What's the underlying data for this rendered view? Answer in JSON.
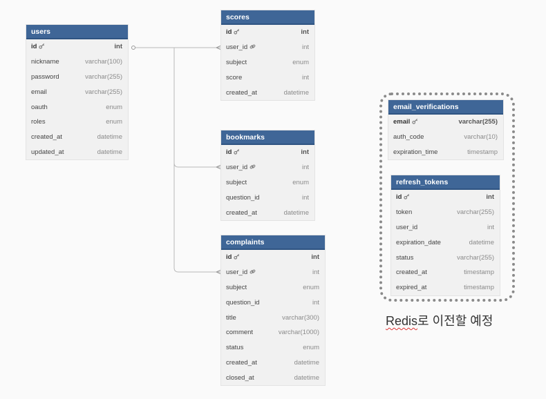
{
  "tables": {
    "users": {
      "title": "users",
      "rows": [
        {
          "name": "id",
          "type": "int",
          "pk": true
        },
        {
          "name": "nickname",
          "type": "varchar(100)"
        },
        {
          "name": "password",
          "type": "varchar(255)"
        },
        {
          "name": "email",
          "type": "varchar(255)"
        },
        {
          "name": "oauth",
          "type": "enum"
        },
        {
          "name": "roles",
          "type": "enum"
        },
        {
          "name": "created_at",
          "type": "datetime"
        },
        {
          "name": "updated_at",
          "type": "datetime"
        }
      ]
    },
    "scores": {
      "title": "scores",
      "rows": [
        {
          "name": "id",
          "type": "int",
          "pk": true
        },
        {
          "name": "user_id",
          "type": "int",
          "fk": true
        },
        {
          "name": "subject",
          "type": "enum"
        },
        {
          "name": "score",
          "type": "int"
        },
        {
          "name": "created_at",
          "type": "datetime"
        }
      ]
    },
    "bookmarks": {
      "title": "bookmarks",
      "rows": [
        {
          "name": "id",
          "type": "int",
          "pk": true
        },
        {
          "name": "user_id",
          "type": "int",
          "fk": true
        },
        {
          "name": "subject",
          "type": "enum"
        },
        {
          "name": "question_id",
          "type": "int"
        },
        {
          "name": "created_at",
          "type": "datetime"
        }
      ]
    },
    "complaints": {
      "title": "complaints",
      "rows": [
        {
          "name": "id",
          "type": "int",
          "pk": true
        },
        {
          "name": "user_id",
          "type": "int",
          "fk": true
        },
        {
          "name": "subject",
          "type": "enum"
        },
        {
          "name": "question_id",
          "type": "int"
        },
        {
          "name": "title",
          "type": "varchar(300)"
        },
        {
          "name": "comment",
          "type": "varchar(1000)"
        },
        {
          "name": "status",
          "type": "enum"
        },
        {
          "name": "created_at",
          "type": "datetime"
        },
        {
          "name": "closed_at",
          "type": "datetime"
        }
      ]
    },
    "email_verifications": {
      "title": "email_verifications",
      "rows": [
        {
          "name": "email",
          "type": "varchar(255)",
          "pk": true
        },
        {
          "name": "auth_code",
          "type": "varchar(10)"
        },
        {
          "name": "expiration_time",
          "type": "timestamp"
        }
      ]
    },
    "refresh_tokens": {
      "title": "refresh_tokens",
      "rows": [
        {
          "name": "id",
          "type": "int",
          "pk": true
        },
        {
          "name": "token",
          "type": "varchar(255)"
        },
        {
          "name": "user_id",
          "type": "int"
        },
        {
          "name": "expiration_date",
          "type": "datetime"
        },
        {
          "name": "status",
          "type": "varchar(255)"
        },
        {
          "name": "created_at",
          "type": "timestamp"
        },
        {
          "name": "expired_at",
          "type": "timestamp"
        }
      ]
    }
  },
  "note": {
    "redis_word": "Redis",
    "rest": "로 이전할 예정"
  },
  "icons": {
    "pk": "key-icon",
    "fk": "link-icon"
  },
  "colors": {
    "header": "#3f6697",
    "body": "#f1f1f1",
    "link": "#b5b5b5"
  }
}
